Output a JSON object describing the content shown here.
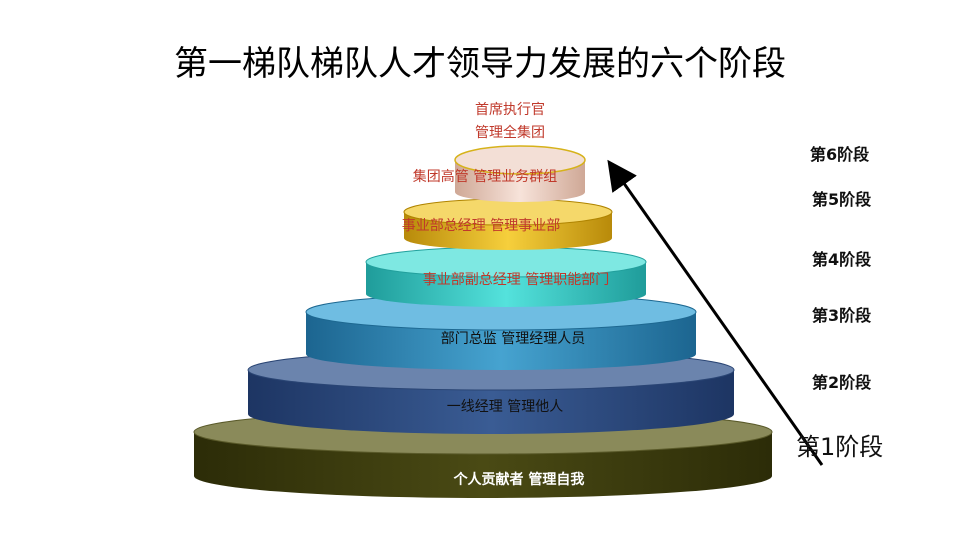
{
  "title": "第一梯队梯队人才领导力发展的六个阶段",
  "tiers": [
    {
      "label": "个人贡献者  管理自我"
    },
    {
      "label": "一线经理  管理他人"
    },
    {
      "label": "部门总监   管理经理人员"
    },
    {
      "label": "事业部副总经理   管理职能部门"
    },
    {
      "label": "事业部总经理   管理事业部"
    },
    {
      "label": "集团高管   管理业务群组"
    },
    {
      "label_line1": "首席执行官",
      "label_line2": "管理全集团"
    }
  ],
  "stages": [
    "第6阶段",
    "第5阶段",
    "第4阶段",
    "第3阶段",
    "第2阶段",
    "第1阶段"
  ],
  "colors": {
    "tier1": "#3f3f10",
    "tier2": "#2f4a7a",
    "tier3": "#2a7aa8",
    "tier4": "#33c6c2",
    "tier5": "#e3b21a",
    "tier6": "#e9ccbf",
    "text_red": "#c0392b"
  }
}
